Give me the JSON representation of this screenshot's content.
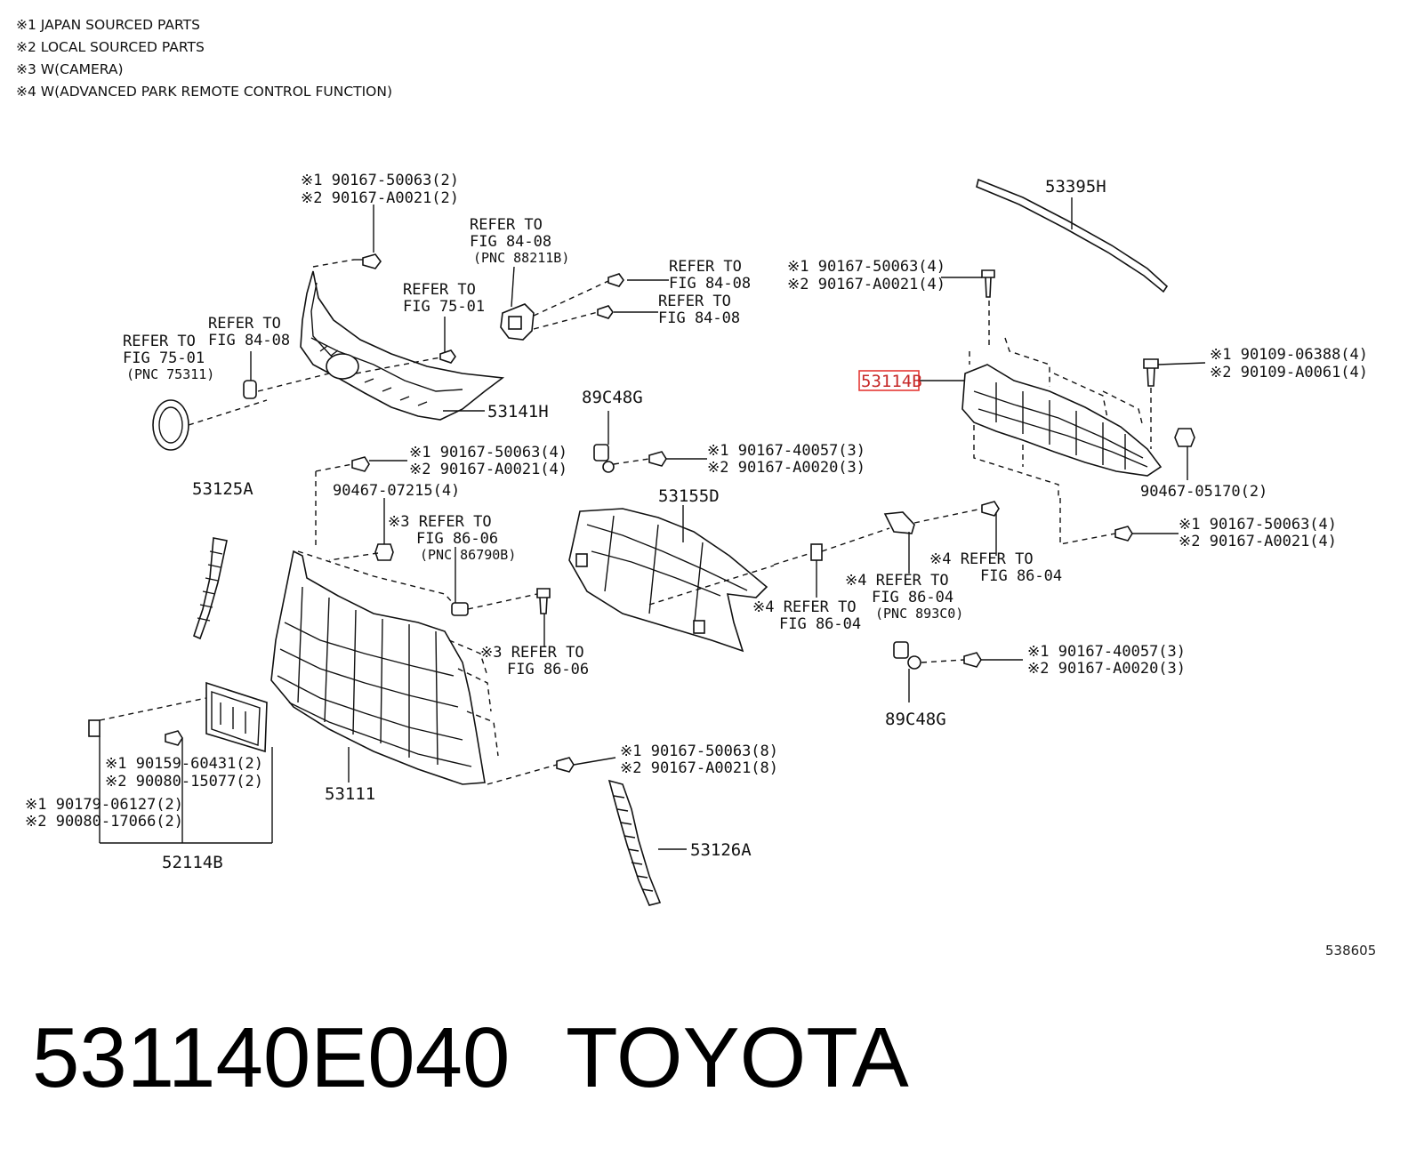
{
  "notes": [
    "※1 JAPAN SOURCED PARTS",
    "※2 LOCAL SOURCED PARTS",
    "※3 W(CAMERA)",
    "※4 W(ADVANCED PARK REMOTE CONTROL FUNCTION)"
  ],
  "callouts": {
    "clip_top_a1": "※1 90167-50063(2)",
    "clip_top_a2": "※2 90167-A0021(2)",
    "refer_8408_a1": "REFER TO",
    "refer_8408_a2": "FIG 84-08",
    "refer_8408_a3": "(PNC 88211B)",
    "refer_8408_b1": "REFER TO",
    "refer_8408_b2": "FIG 84-08",
    "refer_8408_c1": "REFER TO",
    "refer_8408_c2": "FIG 84-08",
    "refer_7501_a1": "REFER TO",
    "refer_7501_a2": "FIG 75-01",
    "refer_8408_d1": "REFER TO",
    "refer_8408_d2": "FIG 84-08",
    "refer_7501_b1": "REFER TO",
    "refer_7501_b2": "FIG 75-01",
    "refer_7501_b3": "(PNC 75311)",
    "pnc_53141H": "53141H",
    "pnc_53395H": "53395H",
    "clip_right_a1": "※1 90167-50063(4)",
    "clip_right_a2": "※2 90167-A0021(4)",
    "pnc_53114B": "53114B",
    "bolt_right1": "※1 90109-06388(4)",
    "bolt_right2": "※2 90109-A0061(4)",
    "clip_90467_05170": "90467-05170(2)",
    "pnc_89C48G_top": "89C48G",
    "screw_mid1": "※1 90167-40057(3)",
    "screw_mid2": "※2 90167-A0020(3)",
    "clip_mid_a1": "※1 90167-50063(4)",
    "clip_mid_a2": "※2 90167-A0021(4)",
    "clip_90467_07215": "90467-07215(4)",
    "pnc_53125A": "53125A",
    "refer_8606_a1": "※3 REFER TO",
    "refer_8606_a2": "FIG 86-06",
    "refer_8606_a3": "(PNC 86790B)",
    "pnc_53155D": "53155D",
    "clip_right_b1": "※1 90167-50063(4)",
    "clip_right_b2": "※2 90167-A0021(4)",
    "refer_8604_a1": "※4 REFER TO",
    "refer_8604_a2": "FIG 86-04",
    "refer_8604_b1": "※4 REFER TO",
    "refer_8604_b2": "FIG 86-04",
    "refer_8604_b3": "(PNC 893C0)",
    "refer_8604_c1": "※4 REFER TO",
    "refer_8604_c2": "FIG 86-04",
    "refer_8606_b1": "※3 REFER TO",
    "refer_8606_b2": "FIG 86-06",
    "screw_right1": "※1 90167-40057(3)",
    "screw_right2": "※2 90167-A0020(3)",
    "pnc_89C48G_bottom": "89C48G",
    "clip_low_a1": "※1 90167-50063(8)",
    "clip_low_a2": "※2 90167-A0021(8)",
    "pnc_53111": "53111",
    "bolt_plate1": "※1 90159-60431(2)",
    "bolt_plate2": "※2 90080-15077(2)",
    "nut_plate1": "※1 90179-06127(2)",
    "nut_plate2": "※2 90080-17066(2)",
    "pnc_52114B": "52114B",
    "pnc_53126A": "53126A"
  },
  "diagram_number": "538605",
  "footer": {
    "part_number": "531140E040",
    "brand": "TOYOTA"
  },
  "highlight_color": "#e53935"
}
